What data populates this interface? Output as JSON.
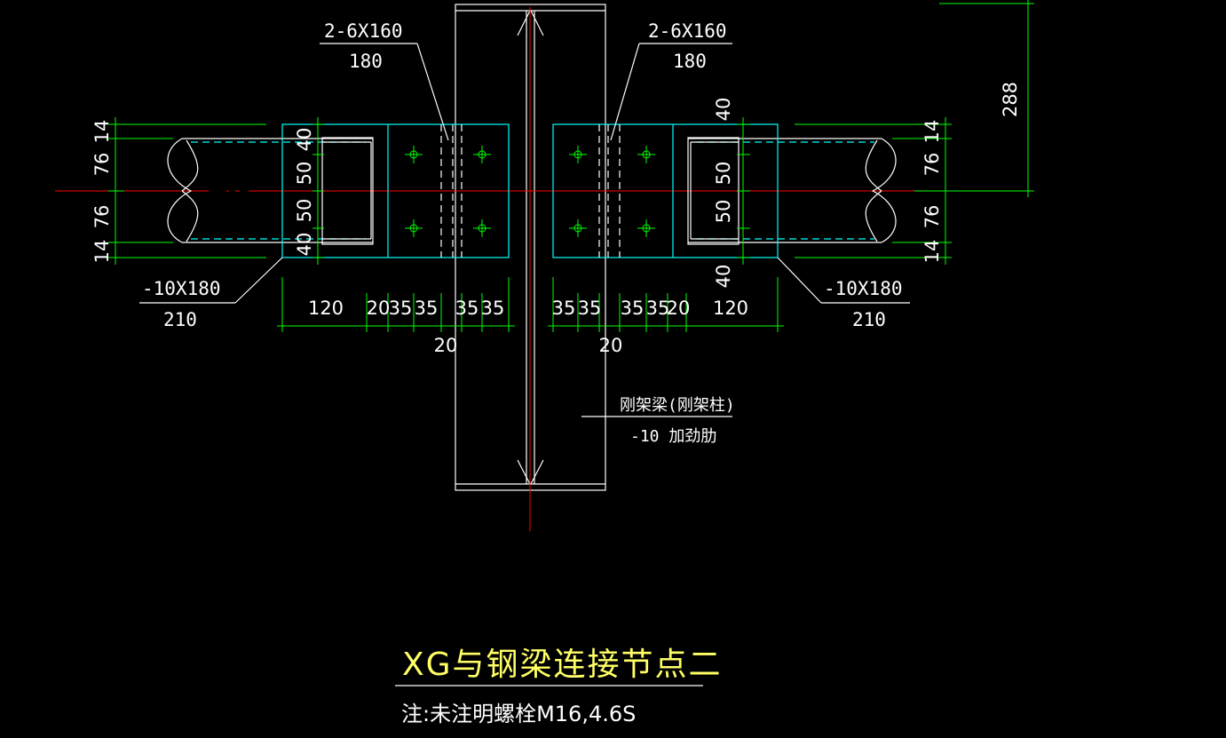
{
  "drawing": {
    "title": "XG与钢梁连接节点二",
    "note": "注:未注明螺栓M16,4.6S"
  },
  "labels": {
    "weld_left_1": "2-6X160",
    "weld_left_2": "180",
    "weld_right_1": "2-6X160",
    "weld_right_2": "180",
    "plate_left_1": "-10X180",
    "plate_left_2": "210",
    "plate_right_1": "-10X180",
    "plate_right_2": "210",
    "beam_1": "刚架梁(刚架柱)",
    "beam_2": "-10 加劲肋"
  },
  "dims": {
    "left_vertical": [
      "14",
      "76",
      "76",
      "14"
    ],
    "right_vertical": [
      "14",
      "76",
      "76",
      "14"
    ],
    "left_inner_vertical": [
      "40",
      "50",
      "50",
      "40"
    ],
    "right_inner_vertical": [
      "40",
      "50",
      "50",
      "40"
    ],
    "left_horizontal": [
      "120",
      "20",
      "35",
      "35",
      "35",
      "35"
    ],
    "right_horizontal": [
      "35",
      "35",
      "35",
      "35",
      "20",
      "120"
    ],
    "left_center_below": "20",
    "right_center_below": "20",
    "top_right": "288"
  }
}
